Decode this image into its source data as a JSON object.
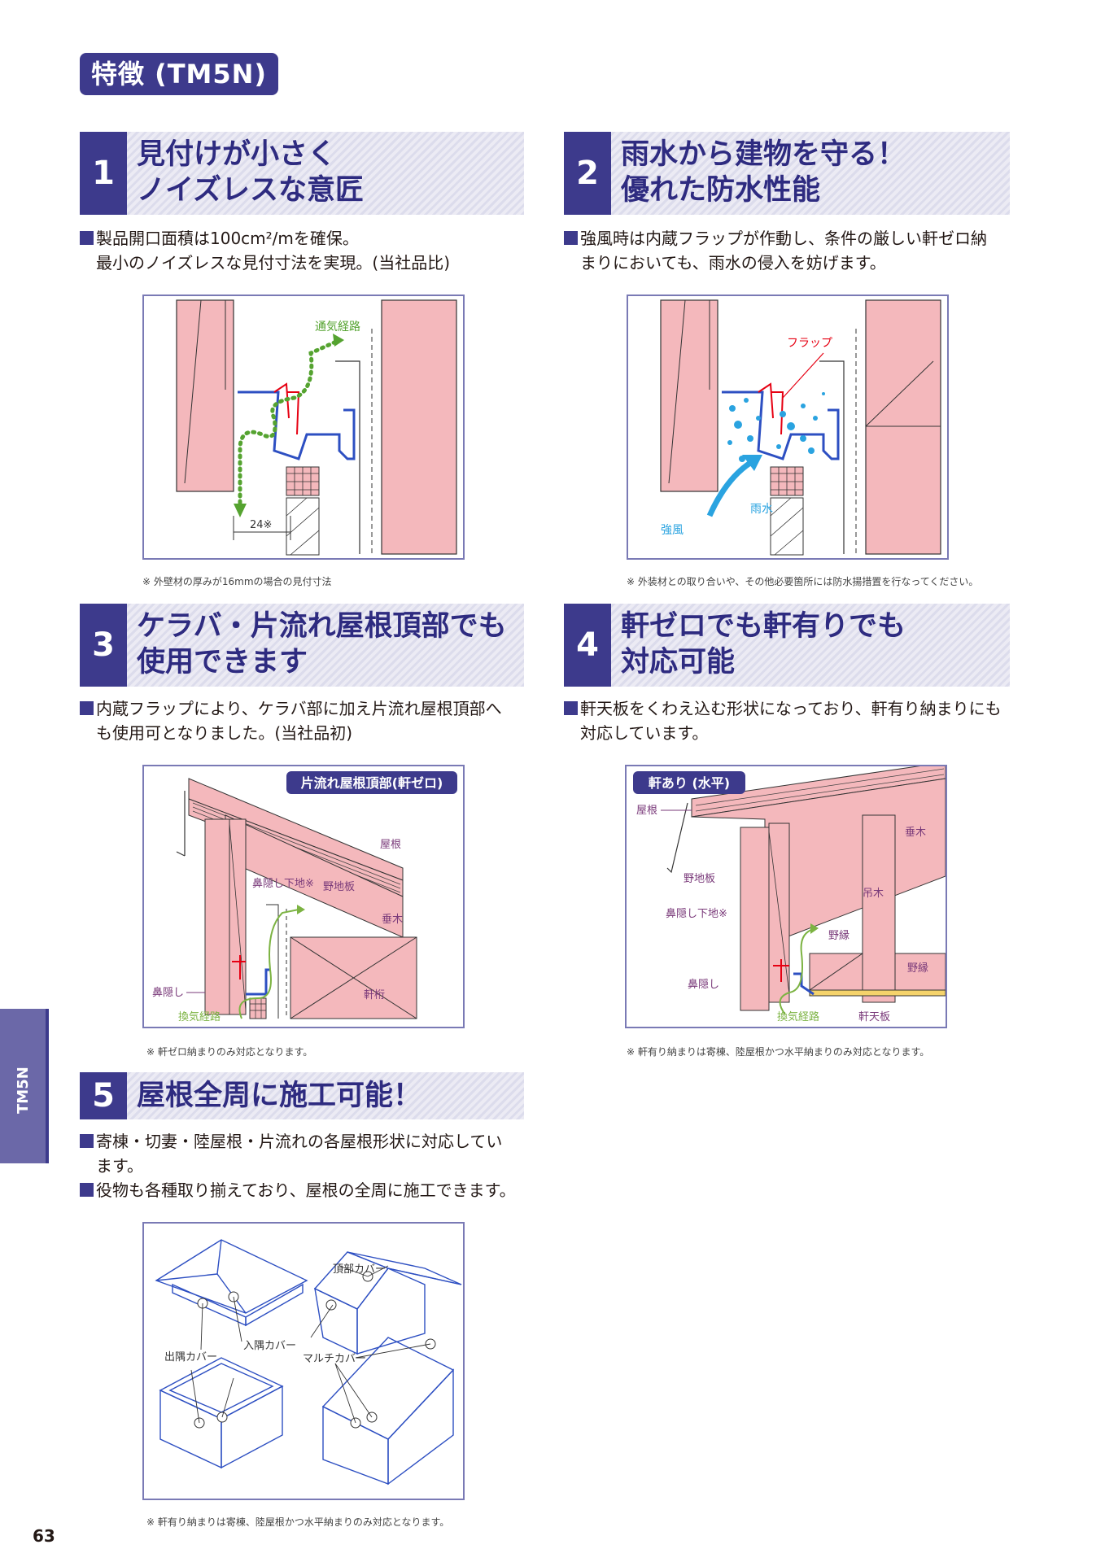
{
  "page_title": "特徴 (TM5N)",
  "sections": [
    {
      "number": "1",
      "title_lines": [
        "見付けが小さく",
        "ノイズレスな意匠"
      ],
      "desc_lines": [
        "製品開口面積は100cm²/mを確保。",
        "最小のノイズレスな見付寸法を実現。(当社品比)"
      ],
      "figure_labels": {
        "airflow": "通気経路",
        "dimension": "24※"
      },
      "note": "※ 外壁材の厚みが16mmの場合の見付寸法"
    },
    {
      "number": "2",
      "title_lines": [
        "雨水から建物を守る！",
        "優れた防水性能"
      ],
      "desc_lines": [
        "強風時は内蔵フラップが作動し、条件の厳しい軒ゼロ納",
        "まりにおいても、雨水の侵入を妨げます。"
      ],
      "figure_labels": {
        "flap": "フラップ",
        "rain": "雨水",
        "wind": "強風"
      },
      "note": "※ 外装材との取り合いや、その他必要箇所には防水揚措置を行なってください。"
    },
    {
      "number": "3",
      "title_lines": [
        "ケラバ・片流れ屋根頂部でも",
        "使用できます"
      ],
      "desc_lines": [
        "内蔵フラップにより、ケラバ部に加え片流れ屋根頂部へ",
        "も使用可となりました。(当社品初)"
      ],
      "figure_labels": {
        "badge": "片流れ屋根頂部(軒ゼロ)",
        "roof": "屋根",
        "fascia_base": "鼻隠し下地※",
        "sheathing": "野地板",
        "rafter": "垂木",
        "fascia": "鼻隠し",
        "airflow": "換気経路",
        "beam": "軒桁"
      },
      "note": "※ 軒ゼロ納まりのみ対応となります。"
    },
    {
      "number": "4",
      "title_lines": [
        "軒ゼロでも軒有りでも",
        "対応可能"
      ],
      "desc_lines": [
        "軒天板をくわえ込む形状になっており、軒有り納まりにも",
        "対応しています。"
      ],
      "figure_labels": {
        "badge": "軒あり (水平)",
        "roof": "屋根",
        "rafter": "垂木",
        "sheathing": "野地板",
        "hanger": "吊木",
        "fascia_base": "鼻隠し下地※",
        "nobuchi_upper": "野縁",
        "nobuchi_right": "野縁",
        "fascia": "鼻隠し",
        "airflow": "換気経路",
        "soffit": "軒天板"
      },
      "note": "※ 軒有り納まりは寄棟、陸屋根かつ水平納まりのみ対応となります。"
    },
    {
      "number": "5",
      "title_lines": [
        "屋根全周に施工可能！"
      ],
      "desc_lines": [
        "寄棟・切妻・陸屋根・片流れの各屋根形状に対応してい",
        "ます。",
        "役物も各種取り揃えており、屋根の全周に施工できます。"
      ],
      "figure_labels": {
        "top_cover": "頂部カバー",
        "inner_corner": "入隅カバー",
        "outer_corner": "出隅カバー",
        "multi_cover": "マルチカバー"
      },
      "note": "※ 軒有り納まりは寄棟、陸屋根かつ水平納まりのみ対応となります。"
    }
  ],
  "side_tab": "TM5N",
  "page_number": "63",
  "colors": {
    "brand": "#3d3a8c",
    "pink": "#f4b8bc",
    "blue": "#3a5fc4",
    "green": "#7cb342",
    "red": "#e60012",
    "rain": "#2aa3e0"
  }
}
